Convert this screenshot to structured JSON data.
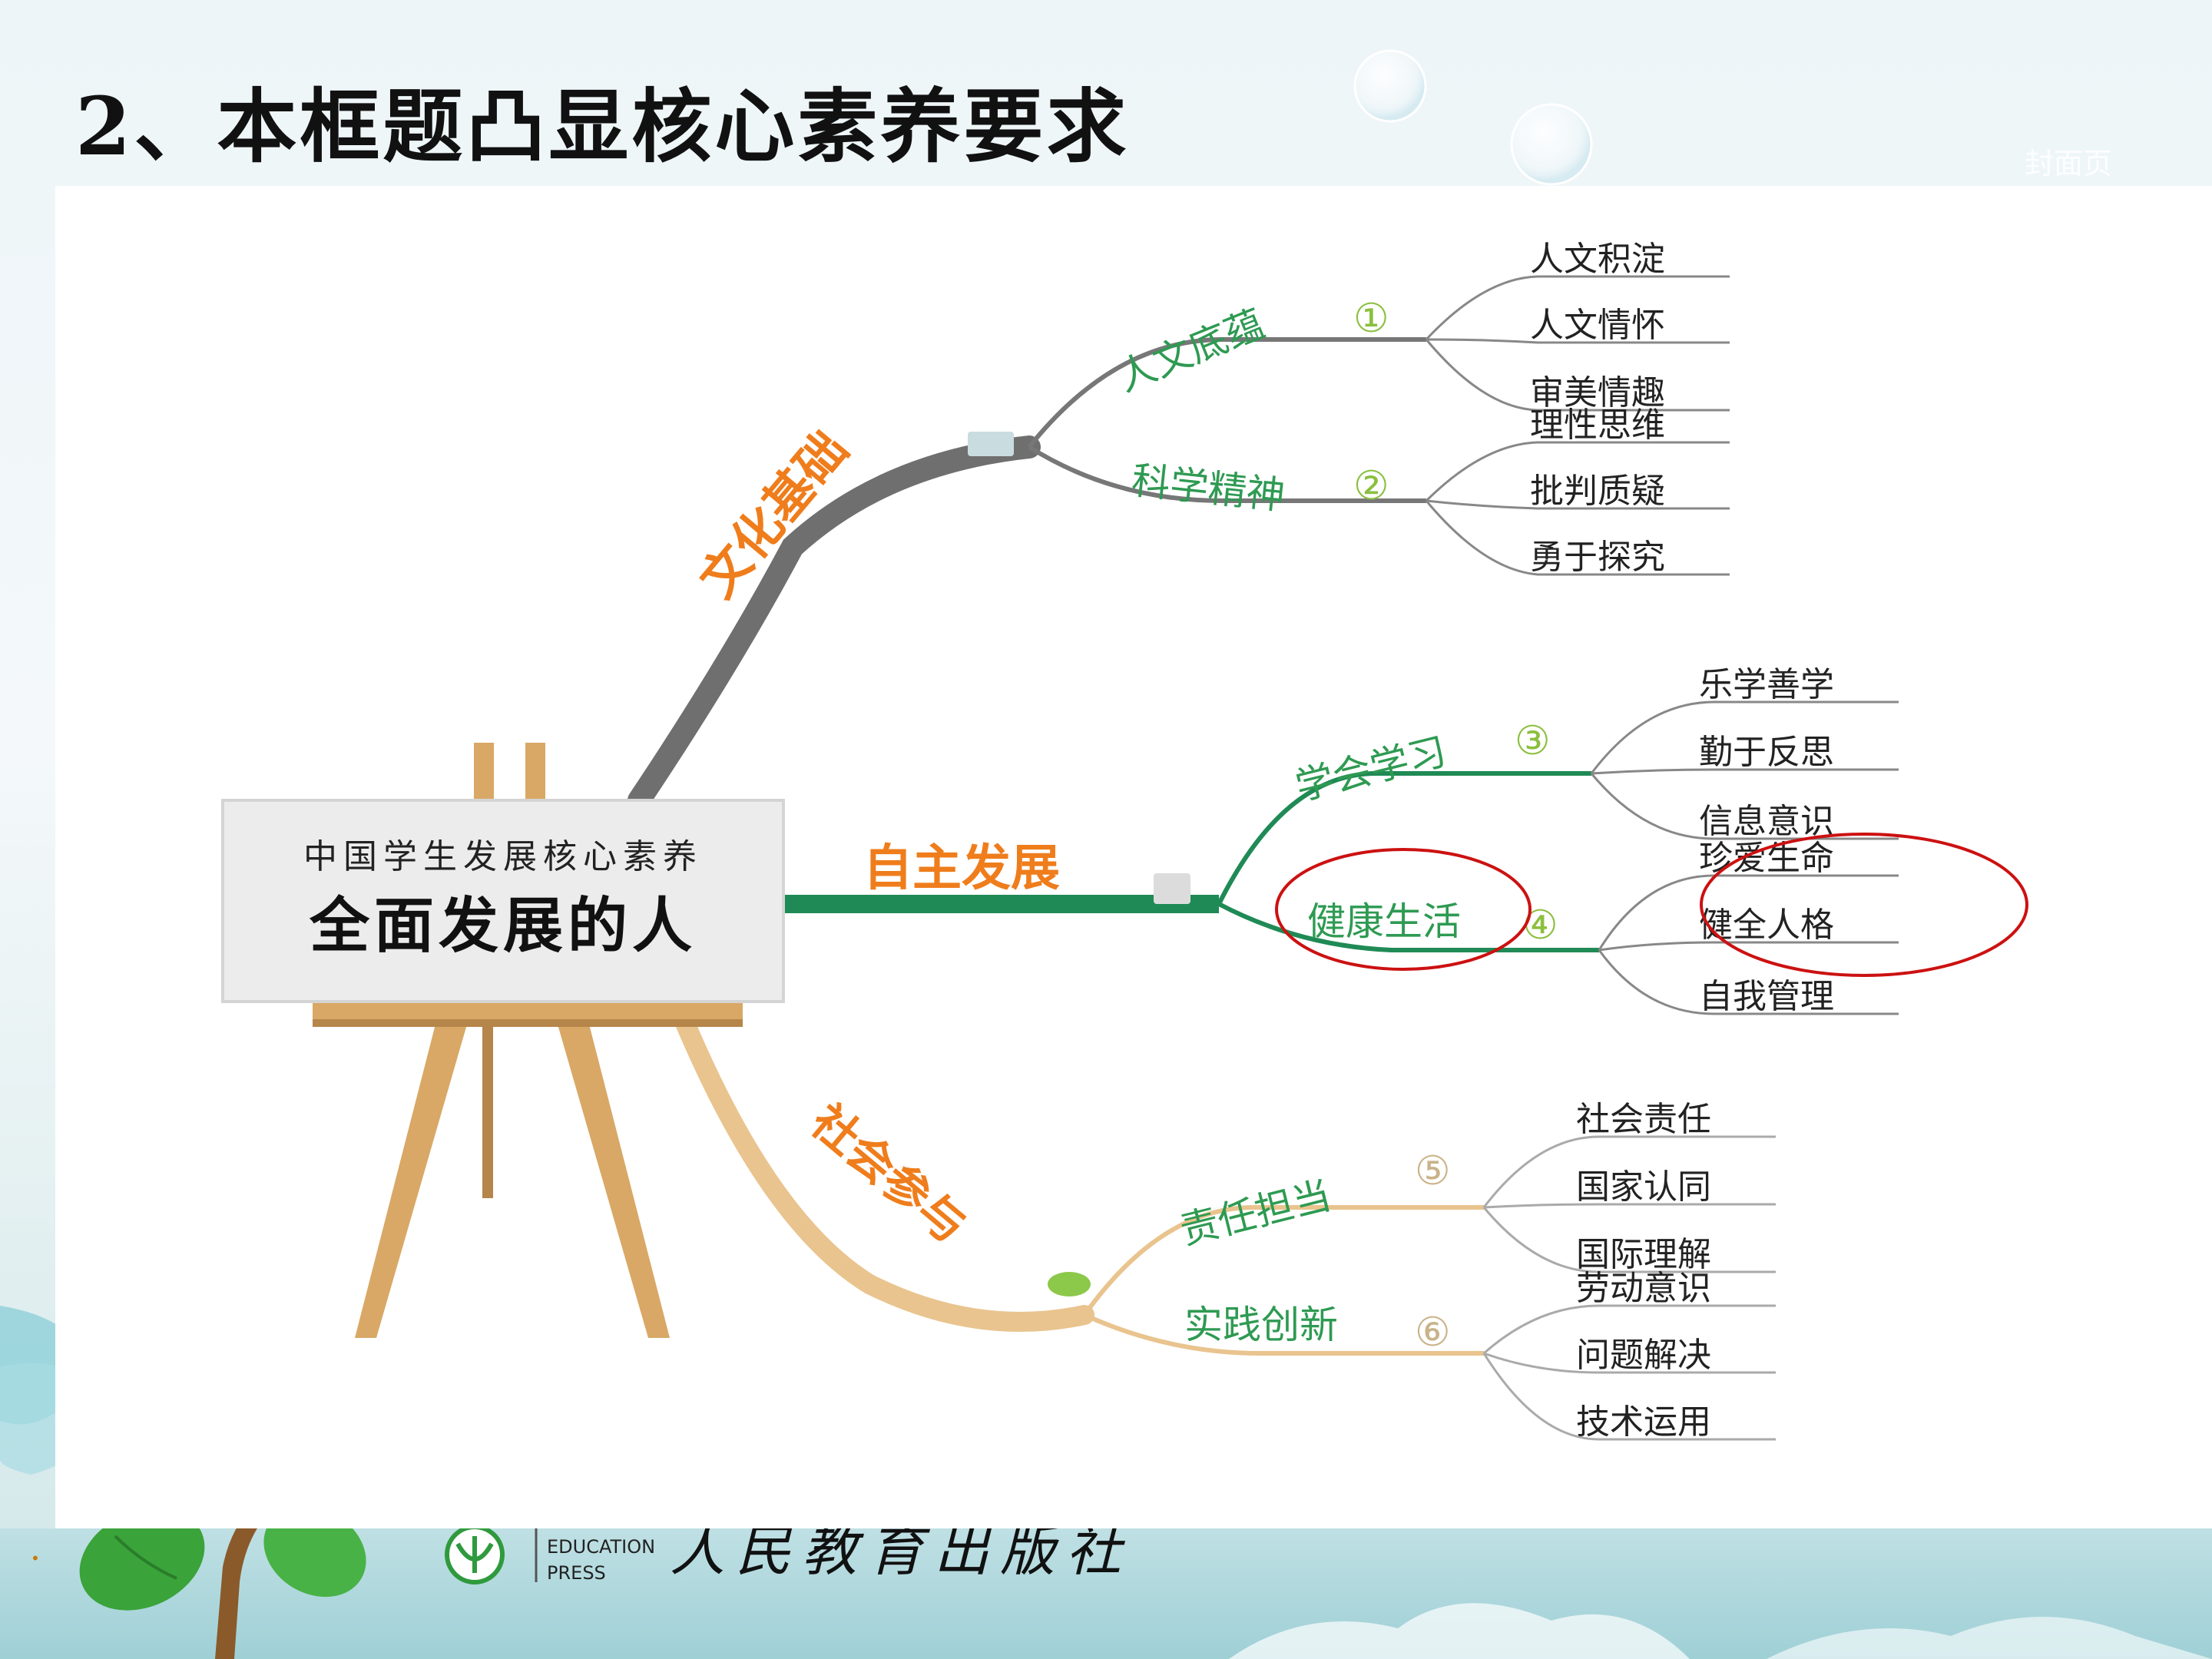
{
  "slide": {
    "title": "2、本框题凸显核心素养要求",
    "cover_link": "封面页"
  },
  "diagram": {
    "center_subtitle": "中国学生发展核心素养",
    "center_title": "全面发展的人",
    "branches": [
      {
        "label": "文化基础",
        "color": "#6f6f6f",
        "label_color": "#ef7d1c",
        "subs": [
          {
            "label": "人文底蕴",
            "num": "①",
            "items": [
              "人文积淀",
              "人文情怀",
              "审美情趣"
            ]
          },
          {
            "label": "科学精神",
            "num": "②",
            "items": [
              "理性思维",
              "批判质疑",
              "勇于探究"
            ]
          }
        ]
      },
      {
        "label": "自主发展",
        "color": "#1f8a55",
        "label_color": "#ef7d1c",
        "subs": [
          {
            "label": "学会学习",
            "num": "③",
            "items": [
              "乐学善学",
              "勤于反思",
              "信息意识"
            ]
          },
          {
            "label": "健康生活",
            "num": "④",
            "items": [
              "珍爱生命",
              "健全人格",
              "自我管理"
            ]
          }
        ]
      },
      {
        "label": "社会参与",
        "color": "#e9c48e",
        "label_color": "#ef7d1c",
        "subs": [
          {
            "label": "责任担当",
            "num": "⑤",
            "items": [
              "社会责任",
              "国家认同",
              "国际理解"
            ]
          },
          {
            "label": "实践创新",
            "num": "⑥",
            "items": [
              "劳动意识",
              "问题解决",
              "技术运用"
            ]
          }
        ]
      }
    ],
    "highlight_color": "#cc1111",
    "sub_label_color": "#2e9a52"
  },
  "publisher": {
    "en_line1": "EDUCATION",
    "en_line2": "PRESS",
    "cn_name": "人民教育出版社"
  },
  "colors": {
    "easel_wood": "#d9a866",
    "easel_dark": "#b5854a",
    "leaf_green": "#3aa33a",
    "trunk": "#8a5a2b"
  }
}
